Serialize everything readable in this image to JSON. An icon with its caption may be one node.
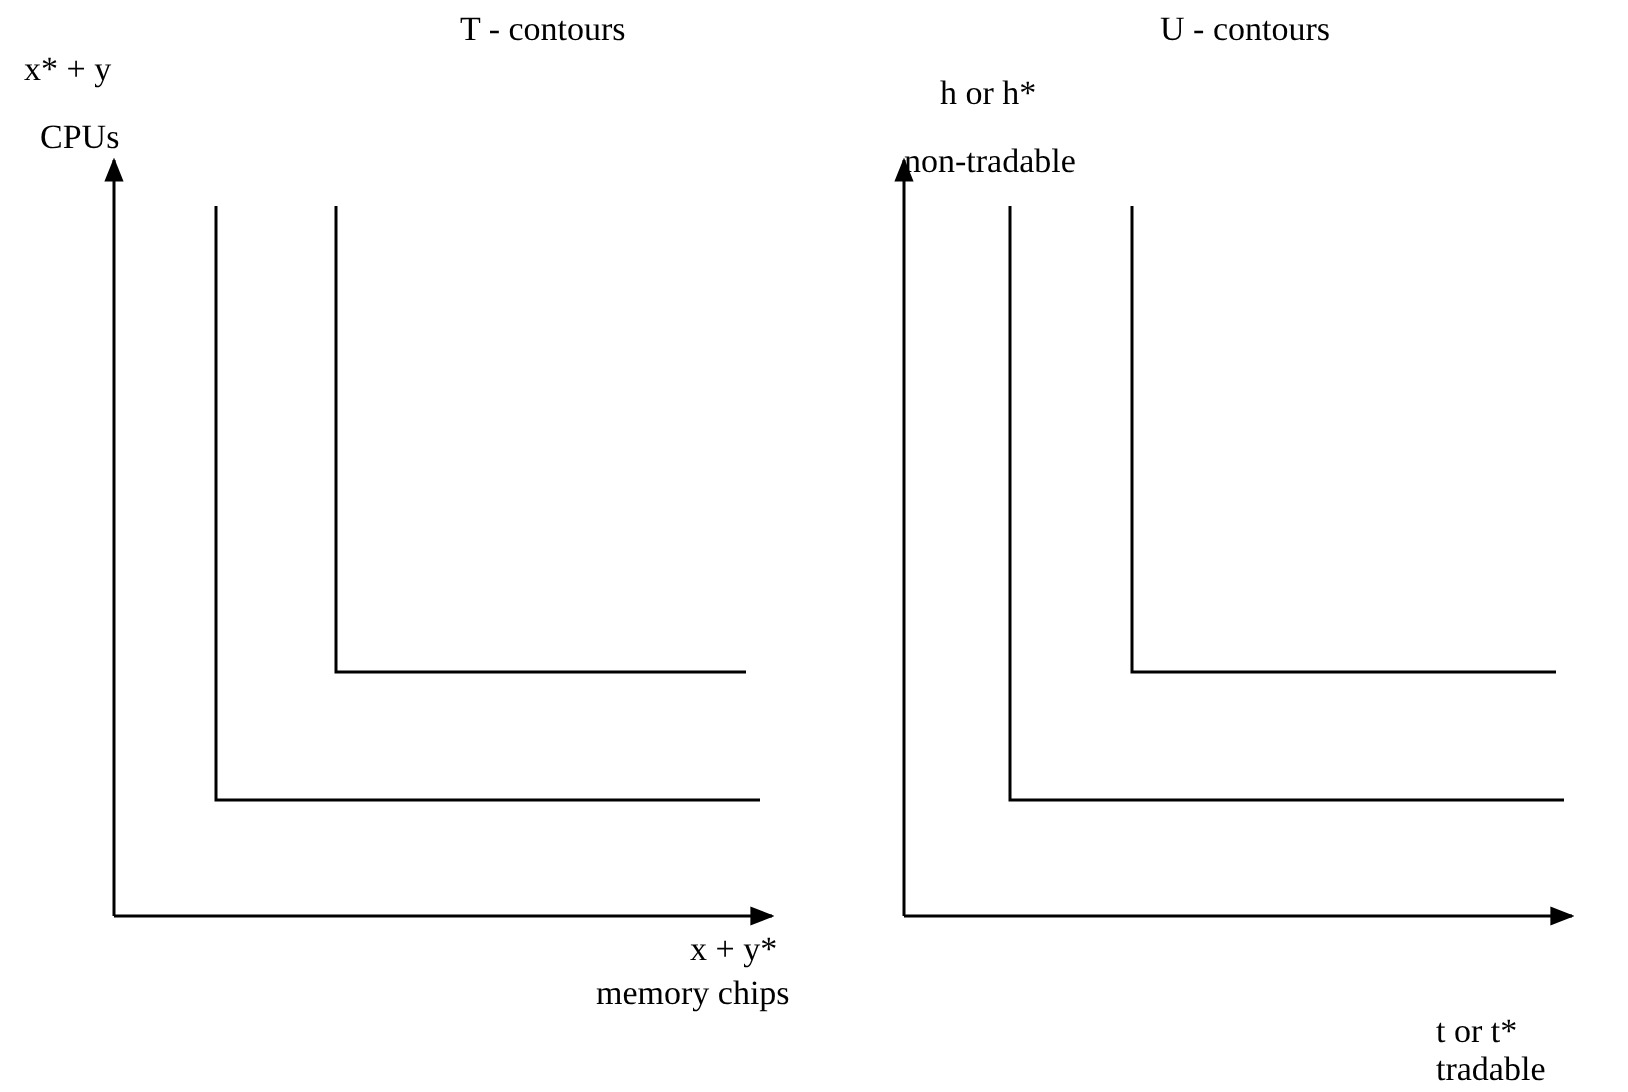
{
  "diagram": {
    "labels": [
      "T - contours",
      "x* + y",
      "CPUs",
      "x + y*",
      "memory chips",
      "U - contours",
      "h or h*",
      "non-tradable",
      "t or t*",
      "tradable"
    ]
  }
}
